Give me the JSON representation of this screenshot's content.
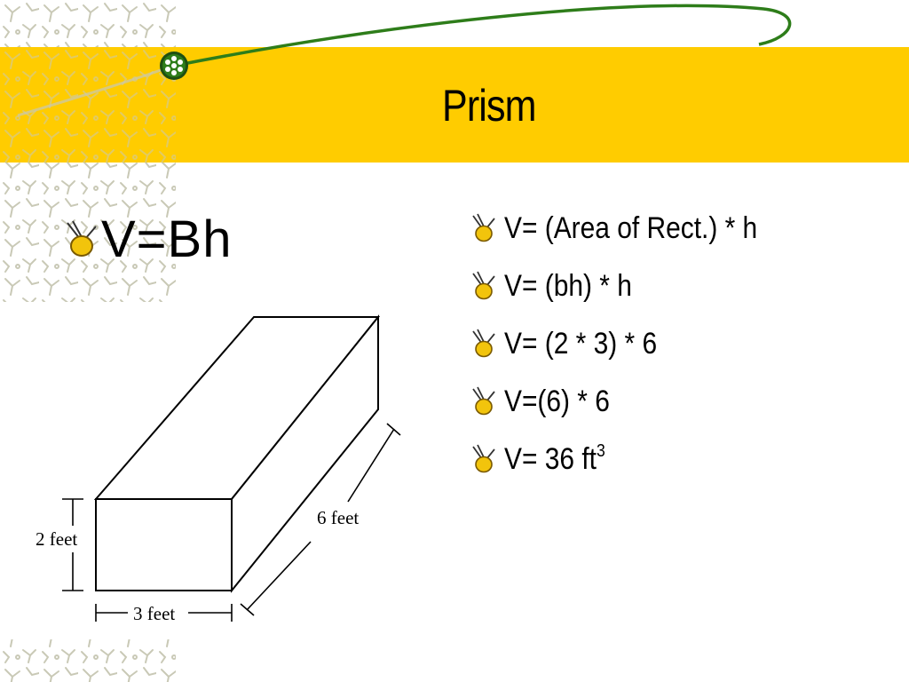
{
  "slide": {
    "title": "Prism",
    "main_formula": "V=Bh",
    "steps": [
      {
        "text": "V= (Area of Rect.) * h"
      },
      {
        "text": "V= (bh) * h"
      },
      {
        "text": "V= (2 * 3) * 6"
      },
      {
        "text": "V=(6) * 6"
      },
      {
        "text": "V= 36 ft",
        "superscript": "3"
      }
    ],
    "bullet_icon": "bee-bullet-icon",
    "accent_color": "#ffcc00",
    "swoosh_color": "#2e7d1a"
  },
  "figure": {
    "height_label": "2 feet",
    "width_label": "3 feet",
    "length_label": "6 feet"
  }
}
